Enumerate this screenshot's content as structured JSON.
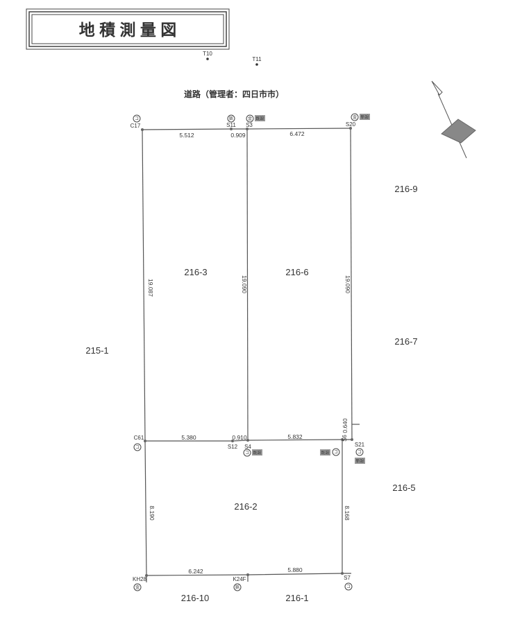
{
  "title": "地 積 測 量 図",
  "road_label": "道路（管理者：四日市市）",
  "survey_points": {
    "T10": "T10",
    "T11": "T11",
    "C17": "C17",
    "S11": "S11",
    "S3": "S3",
    "S20": "S20",
    "C61": "C61",
    "S12": "S12",
    "S4": "S4",
    "S6": "S6",
    "S21": "S21",
    "KH28": "KH28",
    "K24F": "K24F",
    "S7": "S7"
  },
  "marks": {
    "ko": "コ",
    "kin": "金",
    "byo": "鋲",
    "existing": "既設",
    "new": "新設"
  },
  "distances": {
    "c17_s11": "5.512",
    "s11_s3": "0.909",
    "s3_s20": "6.472",
    "left_upper": "19.087",
    "mid_upper": "19.090",
    "right_upper": "19.090",
    "c61_s12": "5.380",
    "s12_s4": "0.910",
    "s4_s6": "5.832",
    "s6_s21": "0.640",
    "left_lower": "8.190",
    "right_lower": "8.168",
    "kh28_k24f": "6.242",
    "k24f_s7": "5.880"
  },
  "lots": {
    "a": "216-3",
    "b": "216-6",
    "c": "216-9",
    "d": "216-7",
    "e": "215-1",
    "f": "216-5",
    "g": "216-2",
    "h": "216-10",
    "i": "216-1"
  }
}
